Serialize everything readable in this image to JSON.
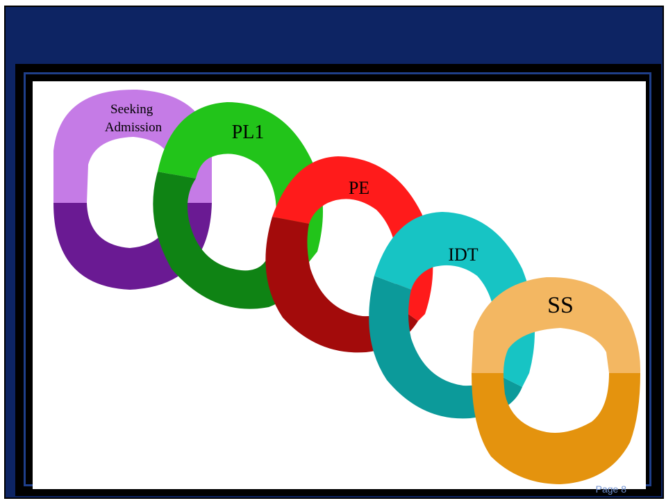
{
  "slide": {
    "title": "",
    "page_label": "Page 8"
  },
  "chain": [
    {
      "id": "seeking-admission",
      "label_lines": [
        "Seeking",
        "Admission"
      ],
      "front_color": "#c57be6",
      "back_color": "#6a1a93"
    },
    {
      "id": "pl1",
      "label_lines": [
        "PL1"
      ],
      "front_color": "#22c41a",
      "back_color": "#0f8314"
    },
    {
      "id": "pe",
      "label_lines": [
        "PE"
      ],
      "front_color": "#ff1b1b",
      "back_color": "#a30b0b"
    },
    {
      "id": "idt",
      "label_lines": [
        "IDT"
      ],
      "front_color": "#17c4c4",
      "back_color": "#0c9a9a"
    },
    {
      "id": "ss",
      "label_lines": [
        "SS"
      ],
      "front_color": "#f3b762",
      "back_color": "#e4930e"
    }
  ],
  "colors": {
    "background": "#0d2463",
    "frame_accent": "#1f3f8a",
    "page_label": "#6f8fcf"
  }
}
